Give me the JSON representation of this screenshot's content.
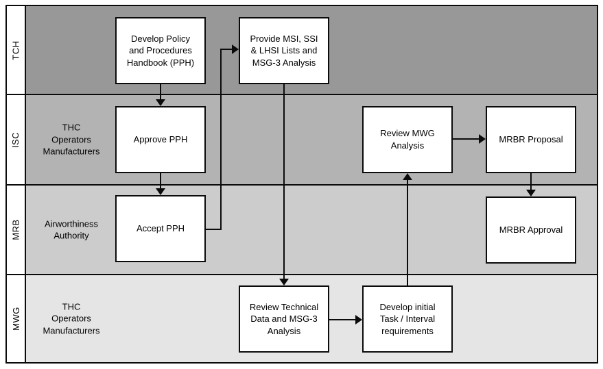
{
  "diagram": {
    "type": "swimlane-flowchart",
    "border_color": "#0b0b0b",
    "box_fill": "#ffffff",
    "lanes": [
      {
        "id": "tch",
        "label": "TCH",
        "actor": "",
        "color": "#989898"
      },
      {
        "id": "isc",
        "label": "ISC",
        "actor": "THC\nOperators\nManufacturers",
        "color": "#b3b3b3"
      },
      {
        "id": "mrb",
        "label": "MRB",
        "actor": "Airworthiness\nAuthority",
        "color": "#cccccc"
      },
      {
        "id": "mwg",
        "label": "MWG",
        "actor": "THC\nOperators\nManufacturers",
        "color": "#e5e5e5"
      }
    ],
    "boxes": [
      {
        "id": "develop-pph",
        "lane": "tch",
        "label": "Develop Policy\nand Procedures\nHandbook (PPH)"
      },
      {
        "id": "provide-msi",
        "lane": "tch",
        "label": "Provide MSI, SSI\n& LHSI Lists and\nMSG-3 Analysis"
      },
      {
        "id": "approve-pph",
        "lane": "isc",
        "label": "Approve PPH"
      },
      {
        "id": "review-mwg-analysis",
        "lane": "isc",
        "label": "Review MWG\nAnalysis"
      },
      {
        "id": "mrbr-proposal",
        "lane": "isc",
        "label": "MRBR Proposal"
      },
      {
        "id": "accept-pph",
        "lane": "mrb",
        "label": "Accept PPH"
      },
      {
        "id": "mrbr-approval",
        "lane": "mrb",
        "label": "MRBR Approval"
      },
      {
        "id": "review-technical-data",
        "lane": "mwg",
        "label": "Review Technical\nData and MSG-3\nAnalysis"
      },
      {
        "id": "develop-initial-tasks",
        "lane": "mwg",
        "label": "Develop initial\nTask / Interval\nrequirements"
      }
    ],
    "flows": [
      {
        "from": "develop-pph",
        "to": "approve-pph"
      },
      {
        "from": "approve-pph",
        "to": "accept-pph"
      },
      {
        "from": "accept-pph",
        "to": "provide-msi"
      },
      {
        "from": "provide-msi",
        "to": "review-technical-data"
      },
      {
        "from": "review-technical-data",
        "to": "develop-initial-tasks"
      },
      {
        "from": "develop-initial-tasks",
        "to": "review-mwg-analysis"
      },
      {
        "from": "review-mwg-analysis",
        "to": "mrbr-proposal"
      },
      {
        "from": "mrbr-proposal",
        "to": "mrbr-approval"
      }
    ]
  }
}
